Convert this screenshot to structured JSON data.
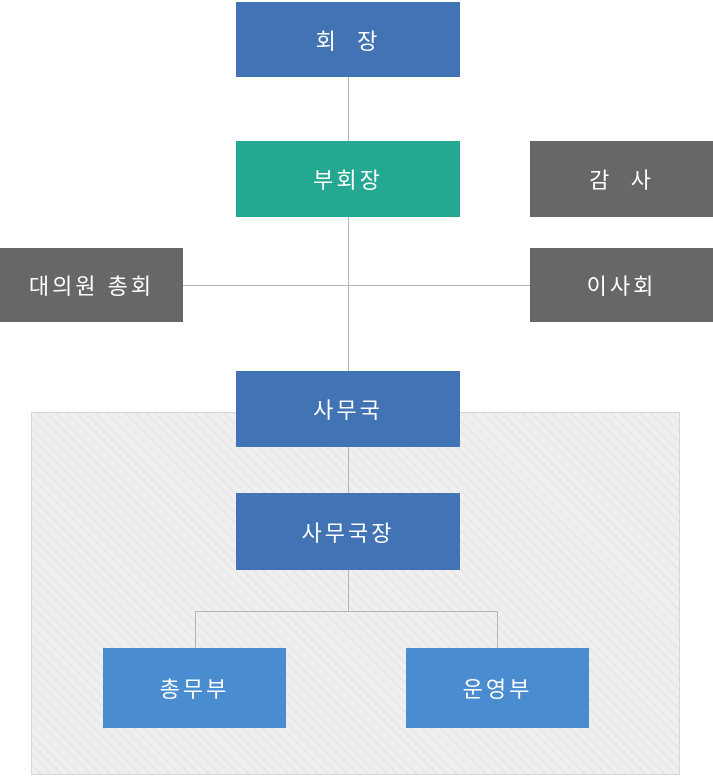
{
  "diagram": {
    "type": "org-chart",
    "language": "Korean",
    "nodes": {
      "chairman": {
        "label": "회  장",
        "color_key": "primary_blue"
      },
      "vice_chairman": {
        "label": "부회장",
        "color_key": "teal"
      },
      "auditor": {
        "label": "감  사",
        "color_key": "gray"
      },
      "delegates_assembly": {
        "label": "대의원 총회",
        "color_key": "gray"
      },
      "board_of_directors": {
        "label": "이사회",
        "color_key": "gray"
      },
      "secretariat": {
        "label": "사무국",
        "color_key": "primary_blue"
      },
      "secretary_general": {
        "label": "사무국장",
        "color_key": "primary_blue"
      },
      "general_affairs_dept": {
        "label": "총무부",
        "color_key": "light_blue"
      },
      "operations_dept": {
        "label": "운영부",
        "color_key": "light_blue"
      }
    },
    "edges": [
      {
        "from": "chairman",
        "to": "vice_chairman"
      },
      {
        "from": "vice_chairman",
        "to": "secretariat"
      },
      {
        "from": "delegates_assembly",
        "to": "board_of_directors",
        "note": "horizontal link crossing the main vertical line"
      },
      {
        "from": "secretariat",
        "to": "secretary_general"
      },
      {
        "from": "secretary_general",
        "to": "general_affairs_dept"
      },
      {
        "from": "secretary_general",
        "to": "operations_dept"
      }
    ],
    "hatched_panel": {
      "contains": [
        "secretariat",
        "secretary_general",
        "general_affairs_dept",
        "operations_dept"
      ],
      "pattern": "diagonal-hatch"
    }
  },
  "palette": {
    "primary_blue": "#4273B4",
    "light_blue": "#4A8CD0",
    "teal": "#25A892",
    "gray": "#676767",
    "connector": "#B5B5B5",
    "hatch_background": "#F0EFEF",
    "hatch_line": "#E3E3E3",
    "hatch_border": "#D7D7D7",
    "node_text": "#FFFFFF",
    "page_background": "#FFFFFF"
  }
}
